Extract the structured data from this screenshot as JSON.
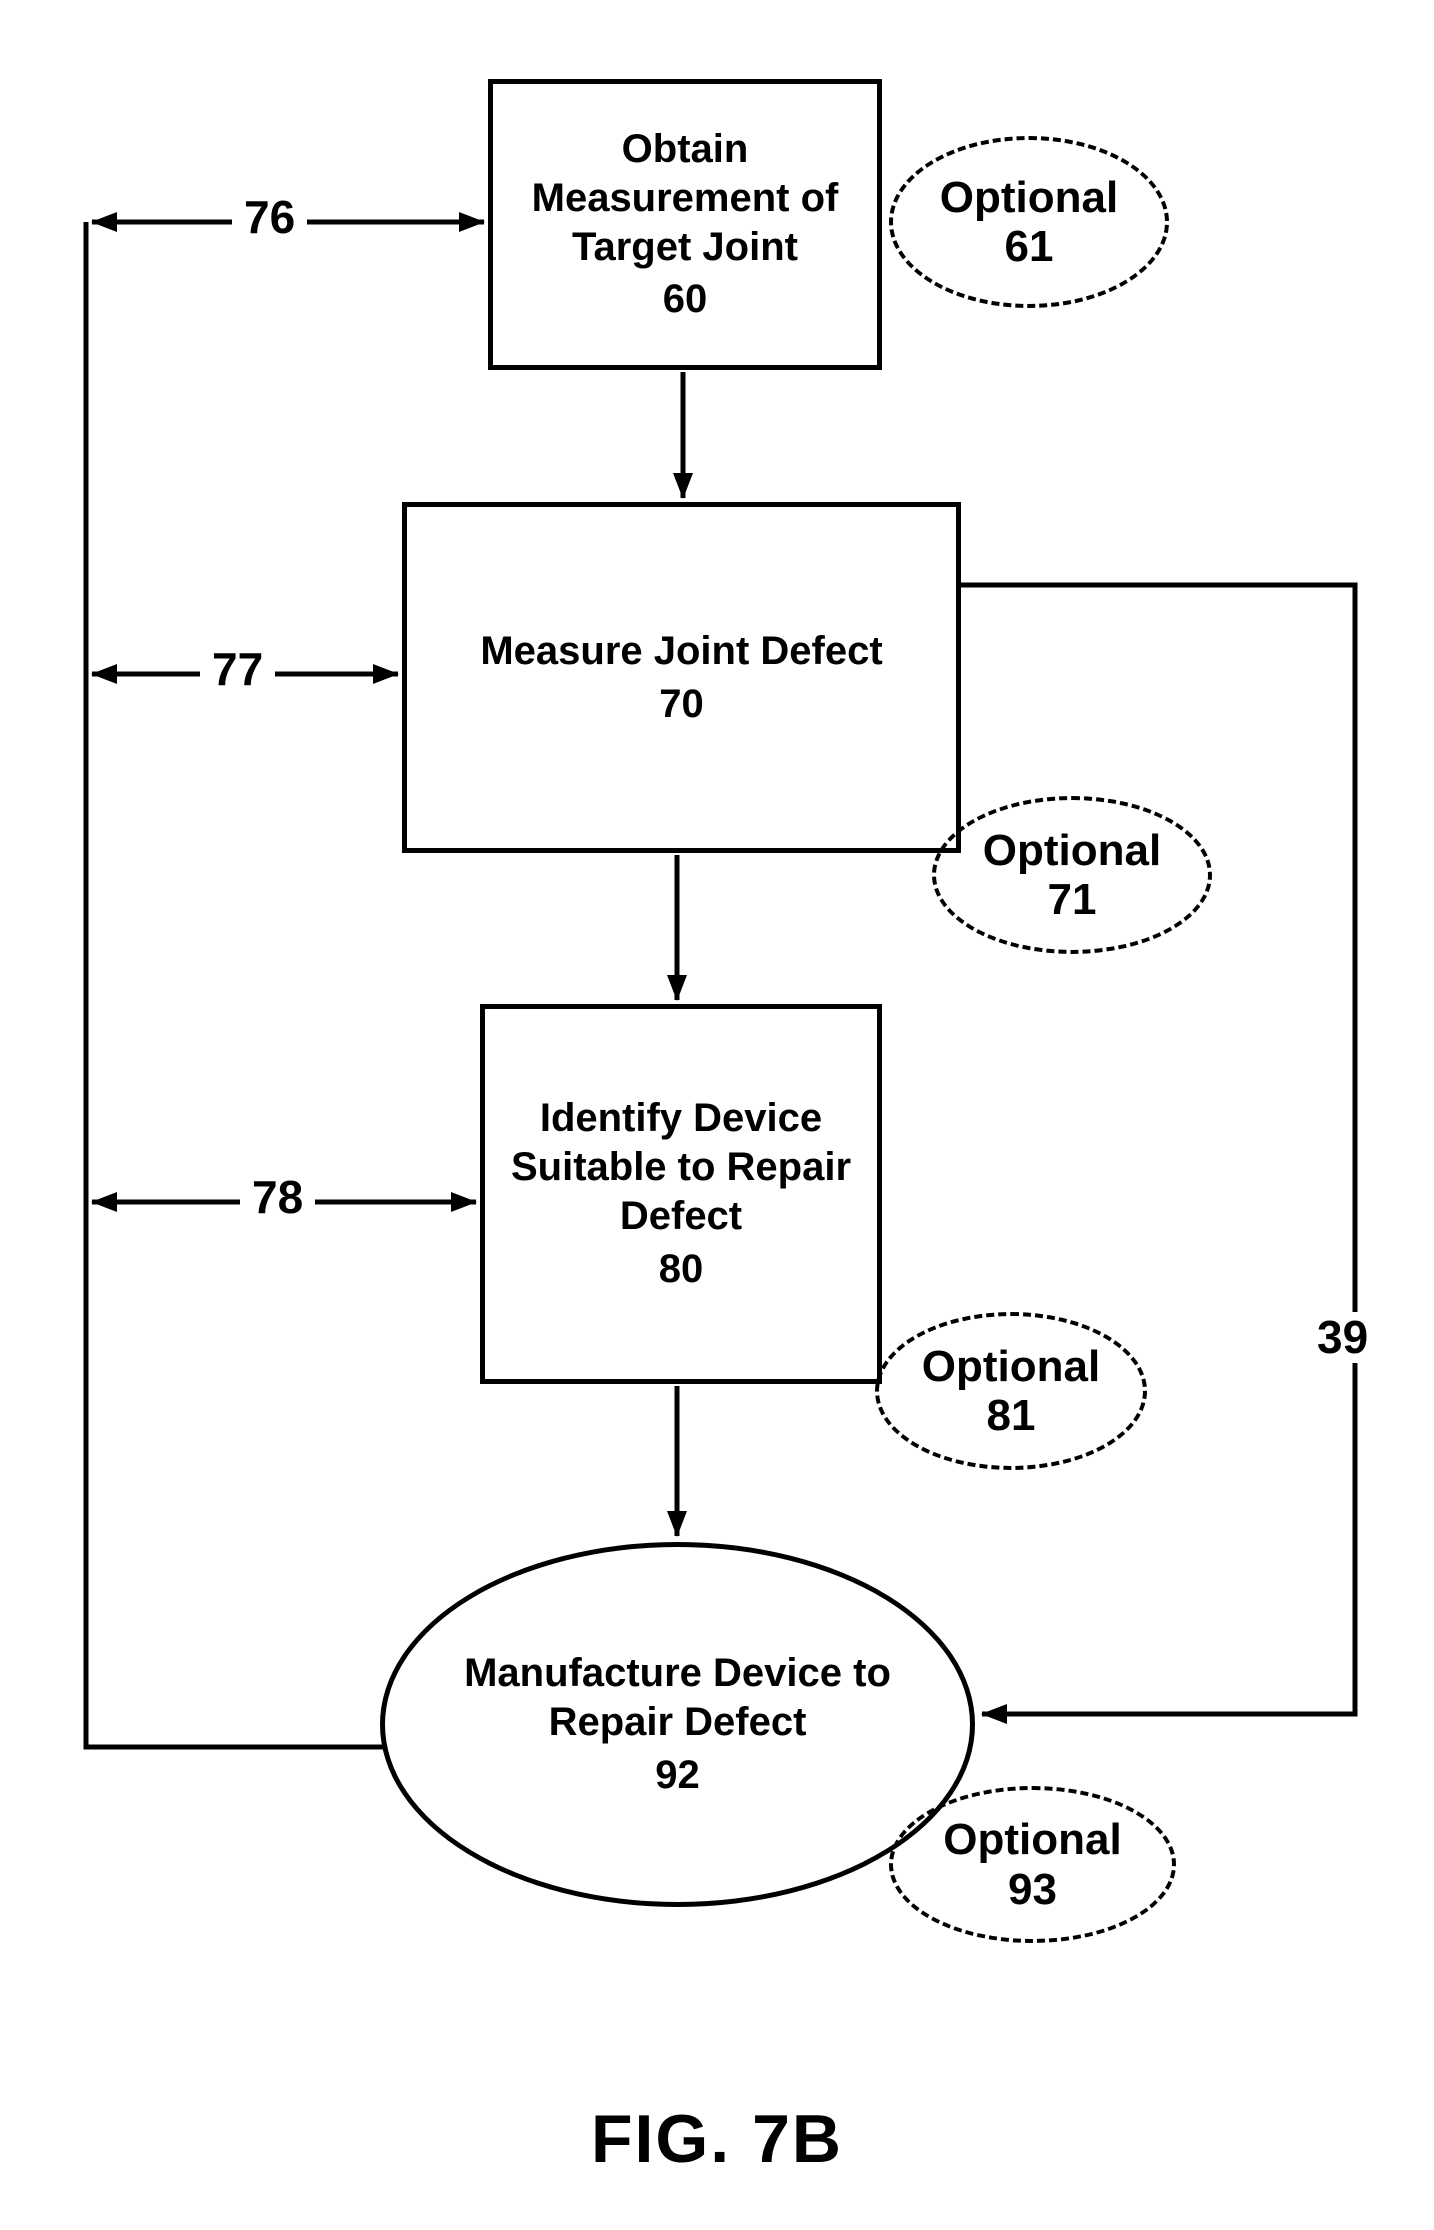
{
  "figure": {
    "caption": "FIG. 7B",
    "nodes": {
      "obtain": {
        "label": "Obtain Measurement of Target Joint",
        "ref": "60"
      },
      "measure": {
        "label": "Measure Joint Defect",
        "ref": "70"
      },
      "identify": {
        "label": "Identify Device Suitable to Repair Defect",
        "ref": "80"
      },
      "manufacture": {
        "label": "Manufacture Device to Repair Defect",
        "ref": "92"
      }
    },
    "optionals": {
      "o61": {
        "label": "Optional",
        "ref": "61"
      },
      "o71": {
        "label": "Optional",
        "ref": "71"
      },
      "o81": {
        "label": "Optional",
        "ref": "81"
      },
      "o93": {
        "label": "Optional",
        "ref": "93"
      }
    },
    "edge_labels": {
      "loop76": "76",
      "loop77": "77",
      "loop78": "78",
      "line39": "39"
    }
  }
}
